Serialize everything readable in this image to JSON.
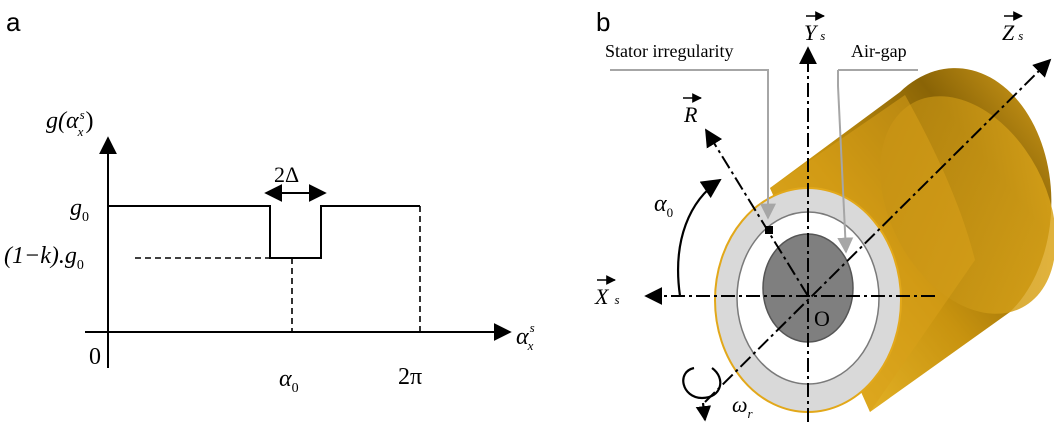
{
  "panel_a": {
    "label": "a",
    "y_axis_label": {
      "main": "g(α",
      "sup": "s",
      "sub": "x",
      "close": ")"
    },
    "x_axis_label": {
      "main": "α",
      "sup": "s",
      "sub": "x"
    },
    "origin_label": "0",
    "width_label": "2Δ",
    "g0_label": {
      "main": "g",
      "sub": "0"
    },
    "low_level_label": {
      "prefix": "(1−k).g",
      "sub": "0"
    },
    "alpha0_tick": {
      "main": "α",
      "sub": "0"
    },
    "two_pi_tick": "2π"
  },
  "panel_b": {
    "label": "b",
    "ys_axis_label": {
      "main": "Y",
      "sub": "s"
    },
    "zs_axis_label": {
      "main": "Z",
      "sub": "s"
    },
    "xs_axis_label": {
      "main": "X",
      "sub": "s"
    },
    "r_axis_label": "R",
    "stator_irregularity_label": "Stator irregularity",
    "air_gap_label": "Air-gap",
    "alpha0_label": {
      "main": "α",
      "sub": "0"
    },
    "origin_label": "O",
    "omega_label": {
      "main": "ω",
      "sub": "r"
    },
    "colors": {
      "cylinder_body": "#e2a81a",
      "stator_ring": "#d9d9d9",
      "rotor": "#808080",
      "callout_line": "#a6a6a6"
    }
  }
}
